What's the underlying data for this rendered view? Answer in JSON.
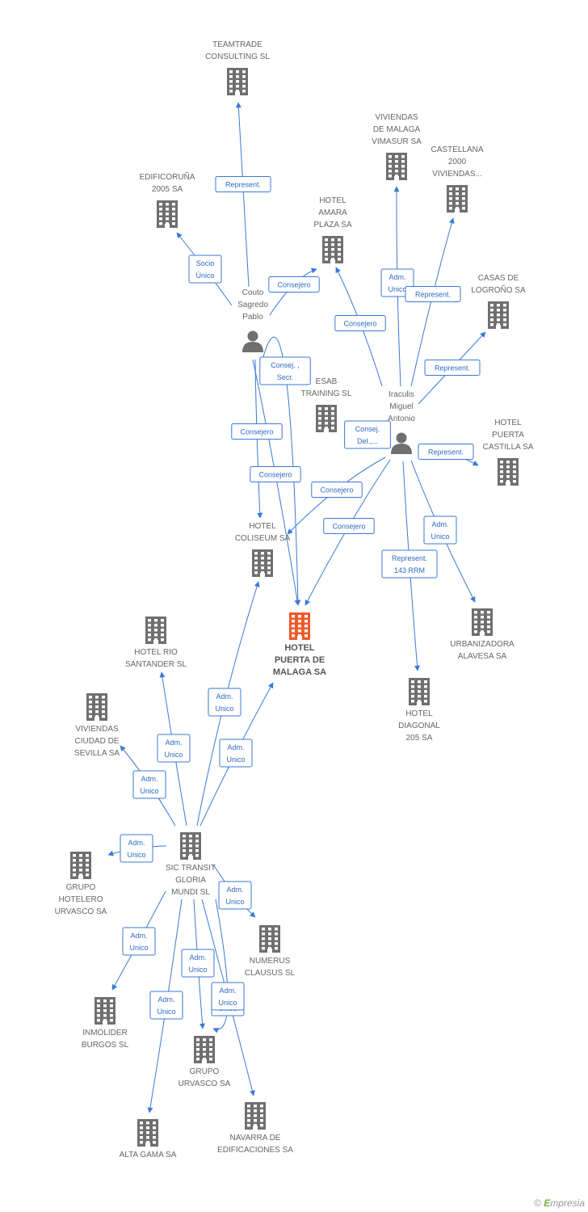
{
  "colors": {
    "edge": "#3a7ad5",
    "edge_text": "#2f6bc4",
    "company": "#6f6f6f",
    "focus": "#ef5a2a",
    "label": "#666666"
  },
  "nodes": [
    {
      "id": "teamtrade",
      "type": "company",
      "lines": [
        "TEAMTRADE",
        "CONSULTING  SL"
      ]
    },
    {
      "id": "edificoruna",
      "type": "company",
      "lines": [
        "EDIFICORUÑA",
        "2005 SA"
      ]
    },
    {
      "id": "amara",
      "type": "company",
      "lines": [
        "HOTEL",
        "AMARA",
        "PLAZA SA"
      ]
    },
    {
      "id": "vimasur",
      "type": "company",
      "lines": [
        "VIVIENDAS",
        "DE MALAGA",
        "VIMASUR SA"
      ]
    },
    {
      "id": "castellana",
      "type": "company",
      "lines": [
        "CASTELLANA",
        "2000",
        "VIVIENDAS..."
      ]
    },
    {
      "id": "casas",
      "type": "company",
      "lines": [
        "CASAS DE",
        "LOGROÑO SA"
      ]
    },
    {
      "id": "couto",
      "type": "person",
      "lines": [
        "Couto",
        "Sagredo",
        "Pablo"
      ]
    },
    {
      "id": "esab",
      "type": "company",
      "lines": [
        "ESAB",
        "TRAINING SL"
      ]
    },
    {
      "id": "iraculis",
      "type": "person",
      "lines": [
        "Iraculis",
        "Miguel",
        "Antonio"
      ]
    },
    {
      "id": "castilla",
      "type": "company",
      "lines": [
        "HOTEL",
        "PUERTA",
        "CASTILLA SA"
      ]
    },
    {
      "id": "coliseum",
      "type": "company",
      "lines": [
        "HOTEL",
        "COLISEUM SA"
      ]
    },
    {
      "id": "malaga",
      "type": "focus",
      "lines": [
        "HOTEL",
        "PUERTA DE",
        "MALAGA SA"
      ]
    },
    {
      "id": "urbanizadora",
      "type": "company",
      "lines": [
        "URBANIZADORA",
        "ALAVESA SA"
      ]
    },
    {
      "id": "diagonal",
      "type": "company",
      "lines": [
        "HOTEL",
        "DIAGONAL",
        "205 SA"
      ]
    },
    {
      "id": "riosantander",
      "type": "company",
      "lines": [
        "HOTEL RIO",
        "SANTANDER SL"
      ]
    },
    {
      "id": "sevilla",
      "type": "company",
      "lines": [
        "VIVIENDAS",
        "CIUDAD DE",
        "SEVILLA SA"
      ]
    },
    {
      "id": "sic",
      "type": "company",
      "lines": [
        "SIC TRANSIT",
        "GLORIA",
        "MUNDI SL"
      ]
    },
    {
      "id": "hotelero",
      "type": "company",
      "lines": [
        "GRUPO",
        "HOTELERO",
        "URVASCO SA"
      ]
    },
    {
      "id": "numerus",
      "type": "company",
      "lines": [
        "NUMERUS",
        "CLAUSUS SL"
      ]
    },
    {
      "id": "inmolider",
      "type": "company",
      "lines": [
        "INMOLIDER",
        "BURGOS SL"
      ]
    },
    {
      "id": "urvasco",
      "type": "company",
      "lines": [
        "GRUPO",
        "URVASCO SA"
      ]
    },
    {
      "id": "altagama",
      "type": "company",
      "lines": [
        "ALTA GAMA SA"
      ]
    },
    {
      "id": "navarra",
      "type": "company",
      "lines": [
        "NAVARRA DE",
        "EDIFICACIONES SA"
      ]
    }
  ],
  "edges": [
    {
      "from": "couto",
      "to": "teamtrade",
      "label": [
        "Represent."
      ]
    },
    {
      "from": "couto",
      "to": "edificoruna",
      "label": [
        "Socio",
        "Único"
      ]
    },
    {
      "from": "couto",
      "to": "amara",
      "label": [
        "Consejero"
      ]
    },
    {
      "from": "couto",
      "to": "coliseum",
      "label": [
        "Consejero"
      ]
    },
    {
      "from": "couto",
      "to": "malaga",
      "label": [
        "Consejero"
      ]
    },
    {
      "from": "couto",
      "to": "malaga",
      "label": [
        "Consej. ,",
        "Secr."
      ]
    },
    {
      "from": "iraculis",
      "to": "amara",
      "label": [
        "Consejero"
      ]
    },
    {
      "from": "iraculis",
      "to": "vimasur",
      "label": [
        "Adm.",
        "Unico"
      ]
    },
    {
      "from": "iraculis",
      "to": "castellana",
      "label": [
        "Represent."
      ]
    },
    {
      "from": "iraculis",
      "to": "casas",
      "label": [
        "Represent."
      ]
    },
    {
      "from": "iraculis",
      "to": "castilla",
      "label": [
        "Represent."
      ]
    },
    {
      "from": "iraculis",
      "to": "coliseum",
      "label": [
        "Consejero"
      ]
    },
    {
      "from": "iraculis",
      "to": "malaga",
      "label": [
        "Consejero"
      ]
    },
    {
      "from": "iraculis",
      "to": "urbanizadora",
      "label": [
        "Adm.",
        "Unico"
      ]
    },
    {
      "from": "iraculis",
      "to": "diagonal",
      "label": [
        "Represent.",
        "143 RRM"
      ]
    },
    {
      "from": "iraculis",
      "to": "esab",
      "label": [
        "Consej.",
        "Del.,..."
      ]
    },
    {
      "from": "sic",
      "to": "coliseum",
      "label": [
        "Adm.",
        "Unico"
      ]
    },
    {
      "from": "sic",
      "to": "malaga",
      "label": [
        "Adm.",
        "Unico"
      ]
    },
    {
      "from": "sic",
      "to": "riosantander",
      "label": [
        "Adm.",
        "Unico"
      ]
    },
    {
      "from": "sic",
      "to": "sevilla",
      "label": [
        "Adm.",
        "Unico"
      ]
    },
    {
      "from": "sic",
      "to": "hotelero",
      "label": [
        "Adm.",
        "Unico"
      ]
    },
    {
      "from": "sic",
      "to": "numerus",
      "label": [
        "Adm.",
        "Unico"
      ]
    },
    {
      "from": "sic",
      "to": "inmolider",
      "label": [
        "Adm.",
        "Unico"
      ]
    },
    {
      "from": "sic",
      "to": "urvasco",
      "label": [
        "Adm.",
        "Unico"
      ]
    },
    {
      "from": "sic",
      "to": "urvasco",
      "label": [
        "Adm.",
        "Unico"
      ]
    },
    {
      "from": "sic",
      "to": "altagama",
      "label": [
        "Adm.",
        "Unico"
      ]
    },
    {
      "from": "sic",
      "to": "navarra",
      "label": [
        "Adm.",
        "Unico"
      ]
    }
  ],
  "footer": {
    "copyright": "©",
    "brand_first": "E",
    "brand_rest": "mpresia"
  }
}
